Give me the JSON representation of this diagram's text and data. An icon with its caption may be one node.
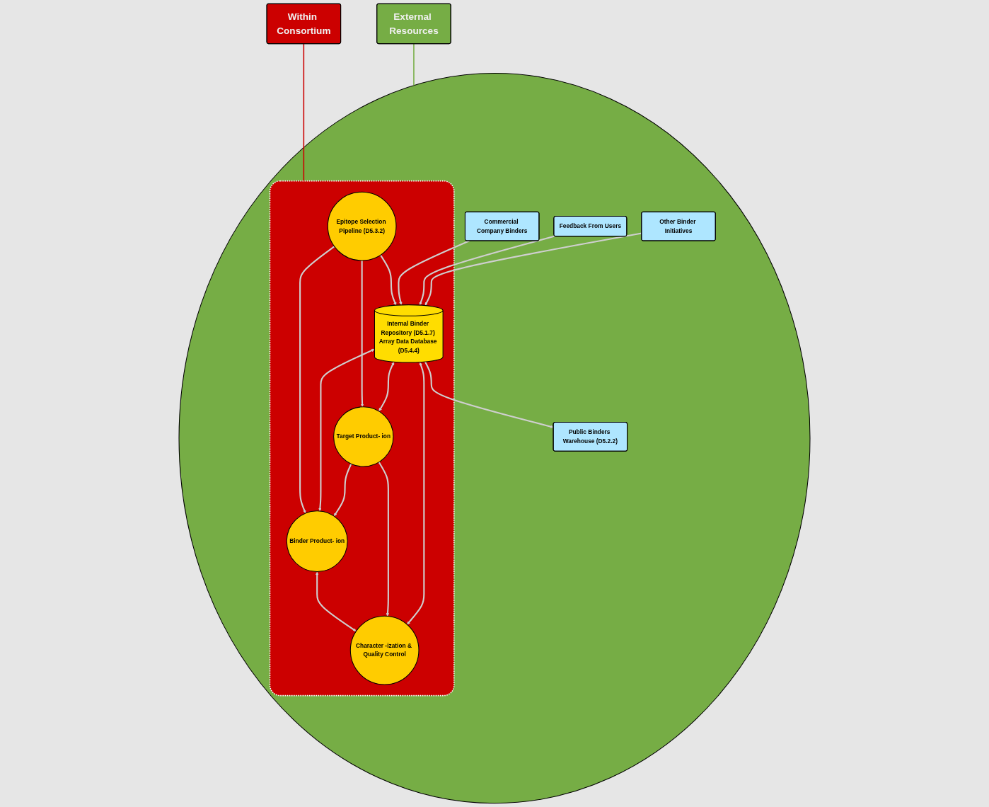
{
  "diagram": {
    "nodes": [
      {
        "text": [],
        "shape": "circle"
      },
      {
        "text": [],
        "shape": "box",
        "in": 0
      },
      {
        "text": [
          "Public Binders Warehouse (D5.2.2)"
        ],
        "in": 0
      },
      {
        "text": [
          "Epitope Selection Pipeline (D5.3.2)"
        ],
        "in": 1
      },
      {
        "text": [
          "Binder Product- ion"
        ],
        "in": 1
      },
      {
        "text": [
          "Commercial Company Binders"
        ],
        "in": 0
      },
      {
        "text": [
          "Internal Binder Repository (D5.1.7) Array Data Database (D5.4.4)"
        ],
        "in": 1
      },
      {
        "text": [
          "Feedback From Users"
        ],
        "in": 0
      },
      {
        "text": [
          "Target Product- ion"
        ],
        "in": 1
      },
      {
        "text": [
          "Character -ization & Quality Control"
        ],
        "in": 1
      },
      {
        "text": [
          "Other Binder Initiatives"
        ],
        "in": 0
      },
      {
        "text": [
          "Within Consortium"
        ]
      },
      {
        "text": [
          "External Resources"
        ]
      }
    ],
    "edges": [
      {
        "from": 6,
        "to": 2,
        "arrow": "to"
      },
      {
        "from": 3,
        "to": 4,
        "arrow": "to"
      },
      {
        "from": 3,
        "to": 6,
        "arrow": "to"
      },
      {
        "from": 6,
        "to": 4,
        "arrow": "both"
      },
      {
        "from": 3,
        "to": 8,
        "arrow": "to"
      },
      {
        "from": 5,
        "to": 6,
        "arrow": "to"
      },
      {
        "from": 7,
        "to": 6,
        "arrow": "to"
      },
      {
        "from": 6,
        "to": 8,
        "arrow": "both"
      },
      {
        "from": 4,
        "to": 9,
        "arrow": "both"
      },
      {
        "from": 8,
        "to": 4,
        "arrow": "to"
      },
      {
        "from": 8,
        "to": 9,
        "arrow": "to"
      },
      {
        "from": 10,
        "to": 6,
        "arrow": "to"
      },
      {
        "from": 6,
        "to": 9,
        "arrow": "both"
      },
      {
        "from": 11,
        "to": 1,
        "arrow": "none",
        "color": "#cc0000"
      },
      {
        "from": 12,
        "to": 0,
        "arrow": "none",
        "color": "#76ad45"
      }
    ]
  }
}
